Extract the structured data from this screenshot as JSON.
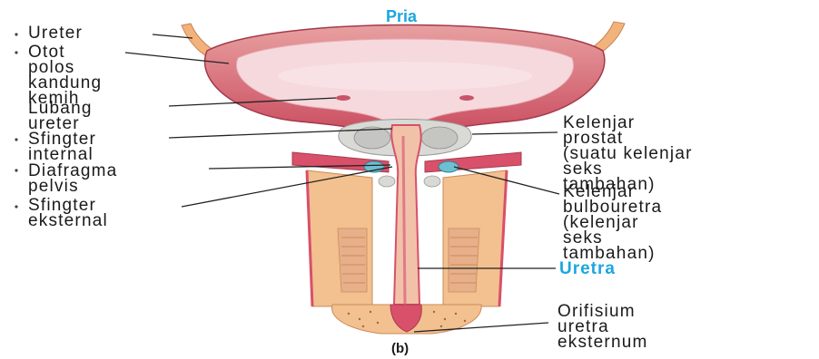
{
  "title": "Pria",
  "caption": "(b)",
  "labels": {
    "ureter": [
      "Ureter"
    ],
    "otot": [
      "Otot",
      "polos",
      "kandung",
      "kemih"
    ],
    "lubang": [
      "Lubang",
      "ureter"
    ],
    "sfingter_internal": [
      "Sfingter",
      "internal"
    ],
    "diafragma": [
      "Diafragma",
      "pelvis"
    ],
    "sfingter_eksternal": [
      "Sfingter",
      "eksternal"
    ],
    "kelenjar_prostat": [
      "Kelenjar",
      "prostat",
      "(suatu kelenjar",
      "seks",
      "tambahan)"
    ],
    "kelenjar_bulbouretra": [
      "Kelenjar",
      "bulbouretra",
      "(kelenjar",
      "seks",
      "tambahan)"
    ],
    "uretra": "Uretra",
    "orifisium": [
      "Orifisium",
      "uretra",
      "eksternum"
    ]
  },
  "colors": {
    "label_text": "#1a1a1a",
    "accent_blue": "#1ba6e0",
    "muscle": "#d8506a",
    "tissue": "#f3c08f",
    "lining": "#f6d9dc"
  }
}
